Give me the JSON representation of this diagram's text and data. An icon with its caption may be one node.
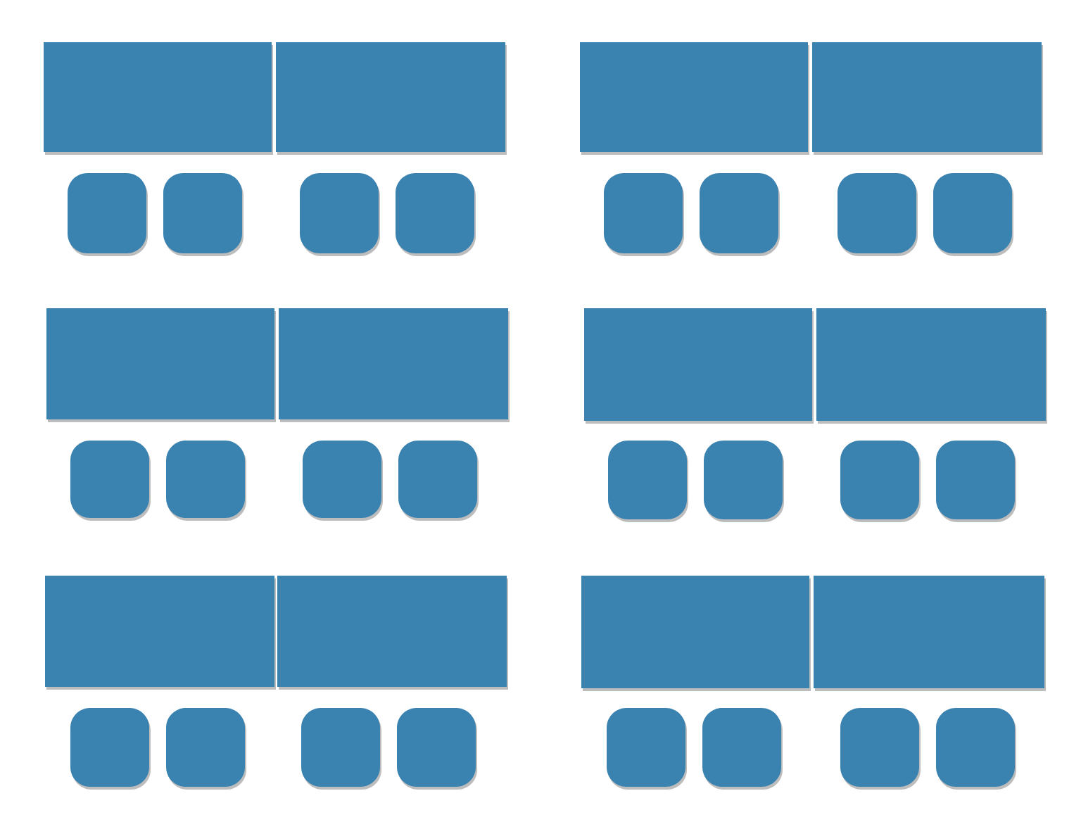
{
  "diagram": {
    "nodes": [
      {
        "text": [],
        "shape": "box"
      },
      {
        "text": [],
        "shape": "box"
      },
      {
        "text": [],
        "shape": "box"
      },
      {
        "text": [],
        "shape": "box"
      },
      {
        "text": [],
        "shape": "box"
      },
      {
        "text": [],
        "shape": "box"
      },
      {
        "text": [],
        "shape": "box"
      },
      {
        "text": [],
        "shape": "box"
      },
      {
        "text": [],
        "shape": "box"
      },
      {
        "text": [],
        "shape": "box"
      },
      {
        "text": [],
        "shape": "box"
      },
      {
        "text": [],
        "shape": "box"
      },
      {
        "text": [],
        "shape": "box"
      },
      {
        "text": [],
        "shape": "box"
      },
      {
        "text": [],
        "shape": "box"
      },
      {
        "text": [],
        "shape": "box"
      },
      {
        "text": [],
        "shape": "box"
      },
      {
        "text": [],
        "shape": "box"
      },
      {
        "text": [],
        "shape": "box"
      },
      {
        "text": [],
        "shape": "box"
      },
      {
        "text": [],
        "shape": "box"
      },
      {
        "text": [],
        "shape": "box"
      },
      {
        "text": [],
        "shape": "box"
      },
      {
        "text": [],
        "shape": "box"
      },
      {
        "text": [],
        "shape": "box"
      },
      {
        "text": [],
        "shape": "box"
      },
      {
        "text": [],
        "shape": "box"
      },
      {
        "text": [],
        "shape": "box"
      },
      {
        "text": [],
        "shape": "box"
      },
      {
        "text": [],
        "shape": "box"
      },
      {
        "text": [],
        "shape": "box"
      },
      {
        "text": [],
        "shape": "box"
      },
      {
        "text": [],
        "shape": "box"
      },
      {
        "text": [],
        "shape": "box"
      },
      {
        "text": [],
        "shape": "box"
      },
      {
        "text": [],
        "shape": "box"
      }
    ]
  }
}
